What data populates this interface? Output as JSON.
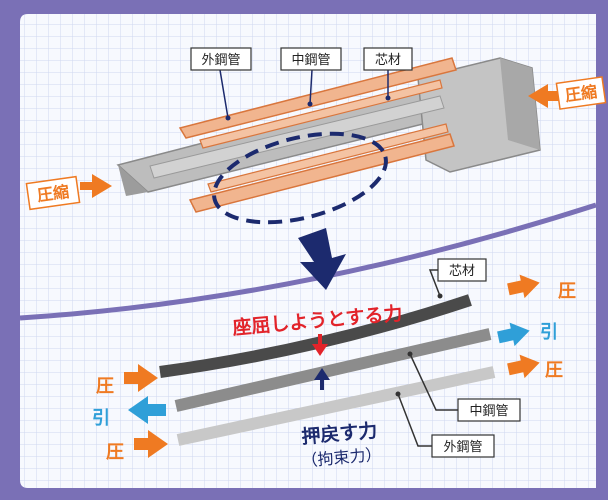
{
  "labels": {
    "outer_tube": "外鋼管",
    "middle_tube": "中鋼管",
    "core": "芯材",
    "compression": "圧縮",
    "buckling_force": "座屈しようとする力",
    "pushback_force": "押戻す力",
    "pushback_sub": "（拘束力）",
    "press": "圧",
    "pull": "引"
  },
  "colors": {
    "frame_bg": "#7a70b6",
    "grid_line": "#cfd8f0",
    "panel_bg": "#f7f9fe",
    "orange": "#ef7a22",
    "blue": "#2f9fd8",
    "red_text": "#e2232a",
    "navy": "#1c2a6e",
    "tube_fill": "#f1b58f",
    "tube_stroke": "#d9763d",
    "core_gray": "#a9a9a9",
    "dark_bar": "#4a4a4a",
    "mid_bar": "#8c8c8c",
    "light_bar": "#c8c8c8"
  }
}
